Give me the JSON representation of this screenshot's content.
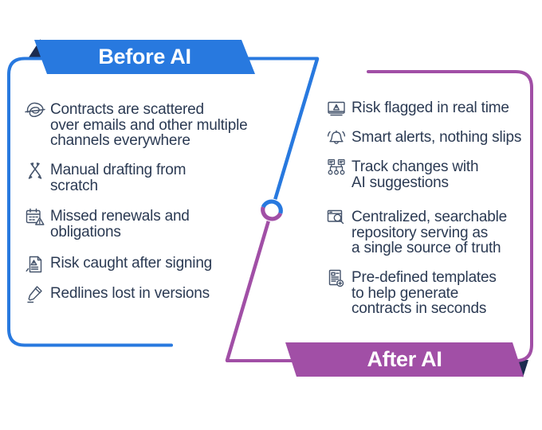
{
  "panels": {
    "before": {
      "title": "Before AI",
      "items": [
        {
          "icon": "tangle-icon",
          "lines": [
            "Contracts are scattered",
            "over emails and other multiple",
            "channels everywhere"
          ]
        },
        {
          "icon": "crossed-pencils-icon",
          "lines": [
            "Manual drafting from",
            "scratch"
          ]
        },
        {
          "icon": "calendar-warning-icon",
          "lines": [
            "Missed renewals and",
            "obligations"
          ]
        },
        {
          "icon": "risk-document-icon",
          "lines": [
            "Risk caught after signing"
          ]
        },
        {
          "icon": "redline-pen-icon",
          "lines": [
            "Redlines lost in versions"
          ]
        }
      ]
    },
    "after": {
      "title": "After AI",
      "items": [
        {
          "icon": "monitor-warning-icon",
          "lines": [
            "Risk flagged in real time"
          ]
        },
        {
          "icon": "bell-alert-icon",
          "lines": [
            "Smart alerts, nothing slips"
          ]
        },
        {
          "icon": "track-changes-icon",
          "lines": [
            "Track changes with",
            "AI suggestions"
          ]
        },
        {
          "icon": "repository-search-icon",
          "lines": [
            "Centralized, searchable",
            "repository serving as",
            "a single source of truth"
          ]
        },
        {
          "icon": "template-generate-icon",
          "lines": [
            "Pre-defined templates",
            "to help generate",
            "contracts in seconds"
          ]
        }
      ]
    }
  },
  "colors": {
    "blue": "#2879DF",
    "purple": "#A14FA6",
    "navy": "#1C2B4F",
    "text": "#2B3A53",
    "icon_stroke": "#44536B",
    "background": "#FFFFFF"
  }
}
